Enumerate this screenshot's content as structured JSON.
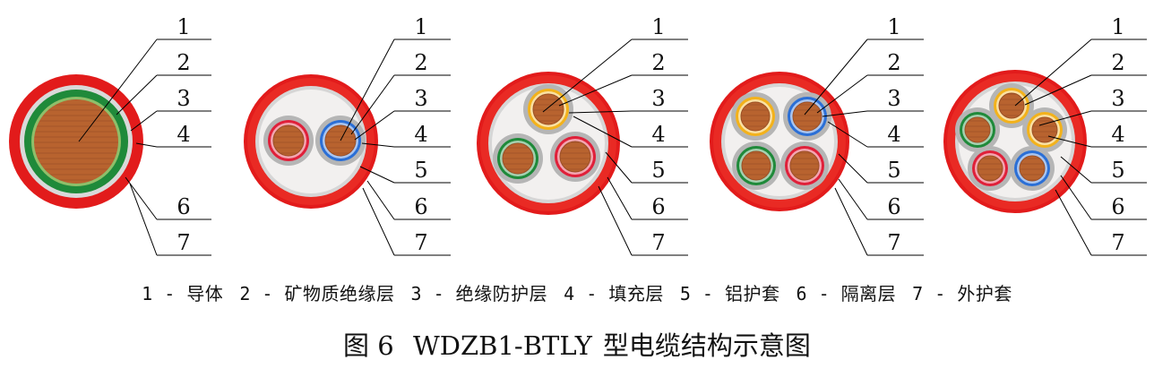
{
  "callout_numbers": [
    "1",
    "2",
    "3",
    "4",
    "5",
    "6",
    "7"
  ],
  "legend": [
    {
      "num": "1",
      "label": "导体"
    },
    {
      "num": "2",
      "label": "矿物质绝缘层"
    },
    {
      "num": "3",
      "label": "绝缘防护层"
    },
    {
      "num": "4",
      "label": "填充层"
    },
    {
      "num": "5",
      "label": "铝护套"
    },
    {
      "num": "6",
      "label": "隔离层"
    },
    {
      "num": "7",
      "label": "外护套"
    }
  ],
  "caption": {
    "figure": "图 6",
    "model": "WDZB1-BTLY",
    "title": "型电缆结构示意图"
  },
  "cables": [
    {
      "cores": 1
    },
    {
      "cores": 2
    },
    {
      "cores": 3
    },
    {
      "cores": 4
    },
    {
      "cores": 5
    }
  ],
  "colors": {
    "outer_sheath": "#e21b1b",
    "separation_layer": "#d9d9d9",
    "aluminum_sheath": "#f2f0ef",
    "conductor": "#b8632f",
    "insulation_yellow": "#f3b21b",
    "insulation_blue": "#2b6fd6",
    "insulation_green": "#1f8a3a",
    "insulation_red": "#e0203a",
    "protective_grey": "#b5b5b5"
  }
}
